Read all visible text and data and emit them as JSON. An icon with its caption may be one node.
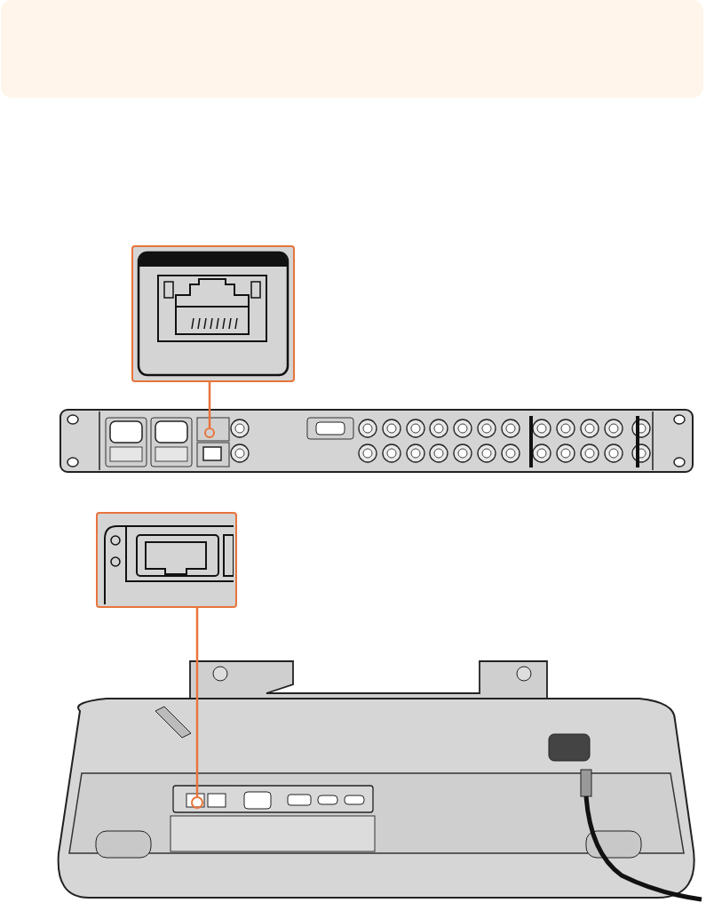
{
  "diagram": {
    "nodes": [
      {
        "text": [],
        "shape": "picture"
      },
      {
        "text": [],
        "shape": "circle"
      },
      {
        "text": [],
        "shape": "picture"
      },
      {
        "text": [],
        "shape": "circle"
      }
    ],
    "edges": [
      {
        "from": 0,
        "to": 1,
        "arrow": "none"
      },
      {
        "from": 2,
        "to": 3,
        "arrow": "none"
      }
    ]
  }
}
